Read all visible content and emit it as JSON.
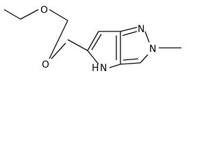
{
  "molecule": {
    "labels": {
      "o_ether": "O",
      "o_carbonyl": "O",
      "n1": "N",
      "n2": "N",
      "nh": "NH",
      "h": "H",
      "n_h_text": "N"
    }
  }
}
